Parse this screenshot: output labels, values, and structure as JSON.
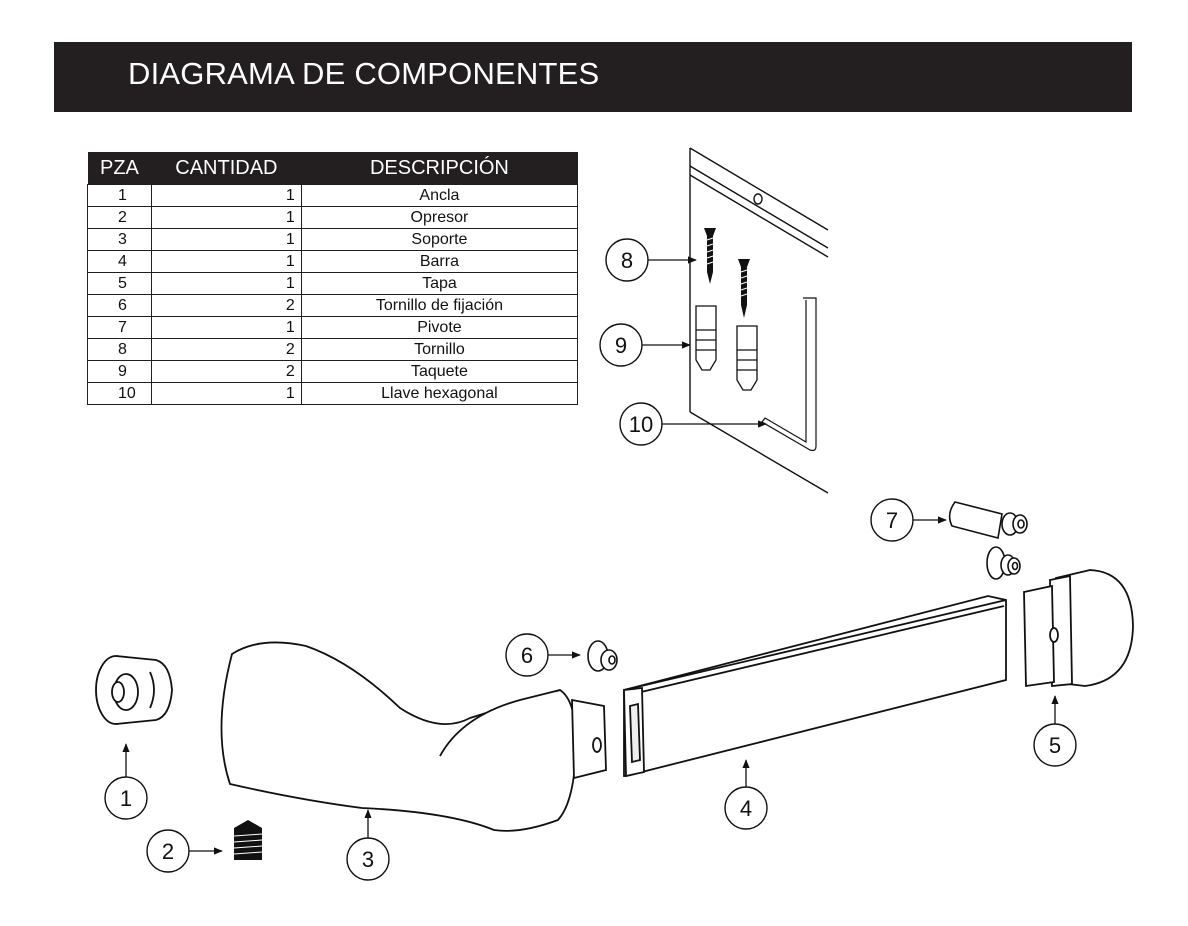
{
  "header": {
    "title": "DIAGRAMA DE COMPONENTES"
  },
  "table": {
    "columns": [
      "PZA",
      "CANTIDAD",
      "DESCRIPCIÓN"
    ],
    "rows": [
      {
        "pza": "1",
        "cantidad": "1",
        "descripcion": "Ancla"
      },
      {
        "pza": "2",
        "cantidad": "1",
        "descripcion": "Opresor"
      },
      {
        "pza": "3",
        "cantidad": "1",
        "descripcion": "Soporte"
      },
      {
        "pza": "4",
        "cantidad": "1",
        "descripcion": "Barra"
      },
      {
        "pza": "5",
        "cantidad": "1",
        "descripcion": "Tapa"
      },
      {
        "pza": "6",
        "cantidad": "2",
        "descripcion": "Tornillo de fijación"
      },
      {
        "pza": "7",
        "cantidad": "1",
        "descripcion": "Pivote"
      },
      {
        "pza": "8",
        "cantidad": "2",
        "descripcion": "Tornillo"
      },
      {
        "pza": "9",
        "cantidad": "2",
        "descripcion": "Taquete"
      },
      {
        "pza": "10",
        "cantidad": "1",
        "descripcion": "Llave hexagonal"
      }
    ]
  },
  "callouts": {
    "c1": "1",
    "c2": "2",
    "c3": "3",
    "c4": "4",
    "c5": "5",
    "c6": "6",
    "c7": "7",
    "c8": "8",
    "c9": "9",
    "c10": "10"
  }
}
